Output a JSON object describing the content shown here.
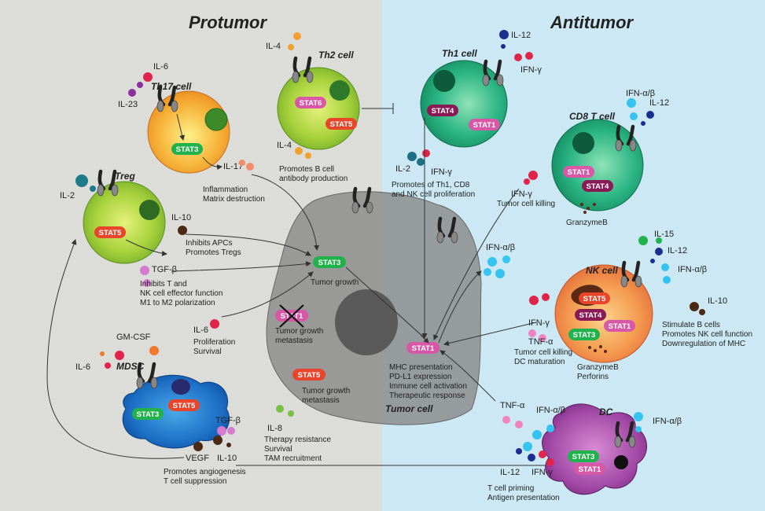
{
  "headings": {
    "left": "Protumor",
    "right": "Antitumor"
  },
  "cells": {
    "th17": {
      "name": "Th17 cell",
      "stats": [
        "STAT3"
      ],
      "ils": [
        "IL-6",
        "IL-23",
        "IL-17"
      ],
      "effect": [
        "Inflammation",
        "Matrix destruction"
      ]
    },
    "th2": {
      "name": "Th2 cell",
      "stats": [
        "STAT6",
        "STAT5"
      ],
      "ils": [
        "IL-4",
        "IL-4"
      ],
      "effect": [
        "Promotes B cell",
        "antibody production"
      ]
    },
    "treg": {
      "name": "Treg",
      "stats": [
        "STAT5"
      ],
      "ils": [
        "IL-2",
        "IL-10",
        "TGF-β"
      ],
      "effect1": [
        "Inhibits  APCs",
        "Promotes Tregs"
      ],
      "effect2": [
        "Inhibits  T and",
        "NK cell effector function",
        "M1 to M2 polarization"
      ]
    },
    "mdsc": {
      "name": "MDSC",
      "stats": [
        "STAT3",
        "STAT5"
      ],
      "ils": [
        "GM-CSF",
        "IL-6",
        "TGF-β",
        "VEGF",
        "IL-10"
      ],
      "effect": [
        "Promotes angiogenesis",
        "T cell suppression"
      ]
    },
    "th1": {
      "name": "Th1 cell",
      "stats": [
        "STAT4",
        "STAT1"
      ],
      "ils": [
        "IL-12",
        "IFN-γ",
        "IL-2",
        "IFN-γ"
      ],
      "effect": [
        "Promotes of Th1, CD8",
        "and NK cell proliferation"
      ]
    },
    "cd8": {
      "name": "CD8 T cell",
      "stats": [
        "STAT1",
        "STAT4"
      ],
      "ils": [
        "IFN-α/β",
        "IL-12",
        "IFN-γ"
      ],
      "effect": [
        "Tumor cell killing"
      ],
      "granzyme": "GranzymeB"
    },
    "nk": {
      "name": "NK cell",
      "stats": [
        "STAT5",
        "STAT4",
        "STAT1",
        "STAT3"
      ],
      "ils": [
        "IL-15",
        "IL-12",
        "IFN-α/β",
        "IFN-γ",
        "TNF-α",
        "IL-10"
      ],
      "effect": [
        "Tumor cell killing",
        "DC maturation"
      ],
      "granzyme": [
        "GranzymeB",
        "Perforins"
      ],
      "il10_effect": [
        "Stimulate B cells",
        "Promotes NK cell function",
        "Downregulation of MHC"
      ]
    },
    "dc": {
      "name": "DC",
      "stats": [
        "STAT3",
        "STAT1"
      ],
      "ils": [
        "IFN-α/β",
        "TNF-α",
        "IFN-α/β",
        "IL-12",
        "IFN-γ"
      ],
      "effect": [
        "T cell priming",
        "Antigen presentation"
      ]
    },
    "tumor": {
      "name": "Tumor cell",
      "ifn": "IFN-α/β",
      "stat3": "STAT3",
      "stat3_effect": "Tumor growth",
      "stat1x": "STAT1",
      "stat1x_effect": [
        "Tumor growth",
        "metastasis"
      ],
      "stat5": "STAT5",
      "stat5_effect": [
        "Tumor growth",
        "metastasis"
      ],
      "stat1": "STAT1",
      "stat1_effect": [
        "MHC presentation",
        "PD-L1 expression",
        "Immune cell activation",
        "Therapeutic response"
      ]
    },
    "il6": {
      "label": "IL-6",
      "effect": [
        "Proliferation",
        "Survival"
      ]
    },
    "il8": {
      "label": "IL-8",
      "effect": [
        "Therapy resistance",
        "Survival",
        "TAM recruitment"
      ]
    }
  }
}
